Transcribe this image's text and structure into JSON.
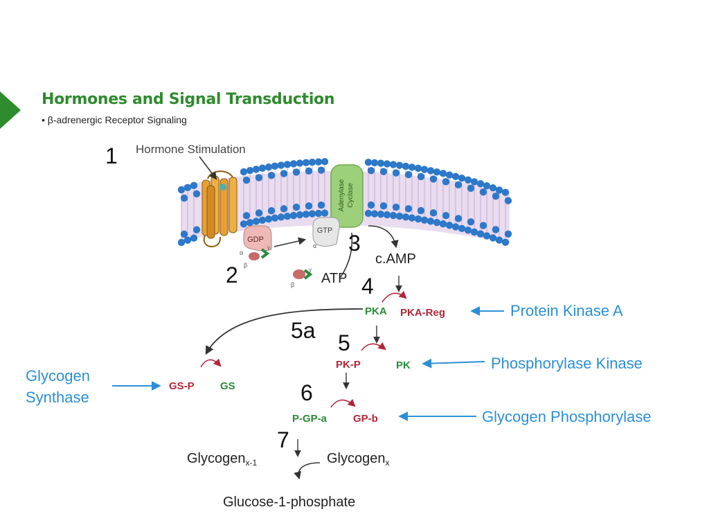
{
  "slide": {
    "title": "Hormones and Signal Transduction",
    "subtitle": "• β-adrenergic Receptor Signaling"
  },
  "figure": {
    "hormone_stimulation": "Hormone Stimulation",
    "adenylase_cyclase": [
      "Adenylase",
      "Cyclase"
    ],
    "gdp": "GDP",
    "gtp": "GTP",
    "alpha": "α",
    "beta": "β",
    "gamma": "γ"
  },
  "steps": {
    "s1": "1",
    "s2": "2",
    "s3": "3",
    "s4": "4",
    "s5a": "5a",
    "s5": "5",
    "s6": "6",
    "s7": "7"
  },
  "molecules": {
    "atp": "ATP",
    "camp": "c.AMP",
    "pka": "PKA",
    "pka_reg": "PKA-Reg",
    "pk_p": "PK-P",
    "pk": "PK",
    "gs_p": "GS-P",
    "gs": "GS",
    "p_gp_a": "P-GP-a",
    "gp_b": "GP-b",
    "glycogen_x1_base": "Glycogen",
    "glycogen_x1_sub": "x-1",
    "glycogen_x_base": "Glycogen",
    "glycogen_x_sub": "x",
    "glucose_1_phosphate": "Glucose-1-phosphate"
  },
  "callouts": {
    "protein_kinase_a": "Protein Kinase A",
    "phosphorylase_kinase": "Phosphorylase Kinase",
    "glycogen_phosphorylase": "Glycogen Phosphorylase",
    "glycogen_synthase_line1": "Glycogen",
    "glycogen_synthase_line2": "Synthase"
  },
  "colors": {
    "title_green": "#2e8b2e",
    "enzyme_green": "#2a8a3a",
    "phospho_red": "#b0283a",
    "callout_blue": "#2b8fd6",
    "membrane_blue": "#2d78c8",
    "receptor_orange": "#e8a035",
    "cyclase_green": "#9cd07a"
  }
}
